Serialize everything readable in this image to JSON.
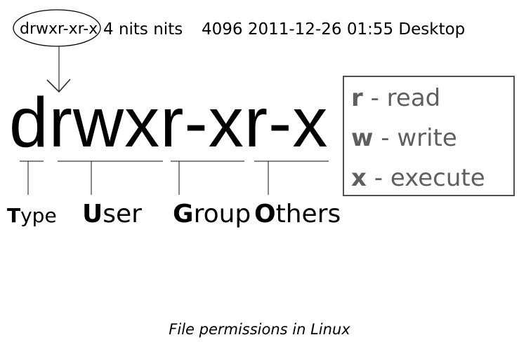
{
  "title_caption": "File permissions in Linux",
  "ls_output": {
    "permissions": "drwxr-xr-x",
    "link_count_and_owner": "4 nits nits",
    "size_date_name": "4096 2011-12-26 01:55 Desktop"
  },
  "big_permissions": "drwxr-xr-x",
  "legend": {
    "items": [
      {
        "symbol": "r",
        "separator": " - ",
        "meaning": "read"
      },
      {
        "symbol": "w",
        "separator": " - ",
        "meaning": "write"
      },
      {
        "symbol": "x",
        "separator": " - ",
        "meaning": "execute"
      }
    ]
  },
  "segment_labels": [
    {
      "first_letter": "T",
      "rest": "ype"
    },
    {
      "first_letter": "U",
      "rest": "ser"
    },
    {
      "first_letter": "G",
      "rest": "roup"
    },
    {
      "first_letter": "O",
      "rest": "thers"
    }
  ],
  "colors": {
    "legend_text": "#5f5f5f",
    "legend_border": "#4f4f4f",
    "line_color": "#3a3a3a",
    "text_color": "#000000",
    "background": "#ffffff"
  }
}
